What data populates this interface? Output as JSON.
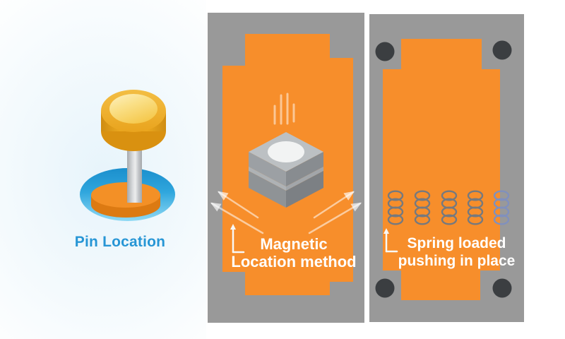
{
  "panels": {
    "pin": {
      "label": "Pin Location",
      "icon": "pin-icon"
    },
    "magnetic": {
      "label_line1": "Magnetic",
      "label_line2": "Location method",
      "icons": [
        "magnet-block-icon",
        "magnetic-field-lines-icon",
        "force-arrows-icon",
        "axis-origin-icon"
      ]
    },
    "spring": {
      "label_line1": "Spring loaded",
      "label_line2": "pushing in place",
      "spring_count": 5,
      "corner_screw_count": 4,
      "icons": [
        "spring-coil-icon",
        "corner-screw-icon",
        "axis-origin-icon"
      ]
    }
  },
  "colors": {
    "background": "#FFFFFF",
    "panel_gray": "#999999",
    "accent_orange": "#F78E2B",
    "pin_label_blue": "#2796D5",
    "caption_white": "#FFFFFF",
    "screw_dark": "#3B3E41",
    "spring_gray": "#75797F",
    "spring_blue": "#8090BE",
    "pin_head_gold": "#E8A41E",
    "pin_head_highlight": "#FDF0BD",
    "pin_shaft_gray": "#C9CBCD",
    "pin_base_orange": "#F39026",
    "hole_blue": "#2AA3DC",
    "magnet_top_gray": "#BCC0C3",
    "magnet_left_gray": "#9CA0A4",
    "magnet_right_gray": "#888C90"
  }
}
